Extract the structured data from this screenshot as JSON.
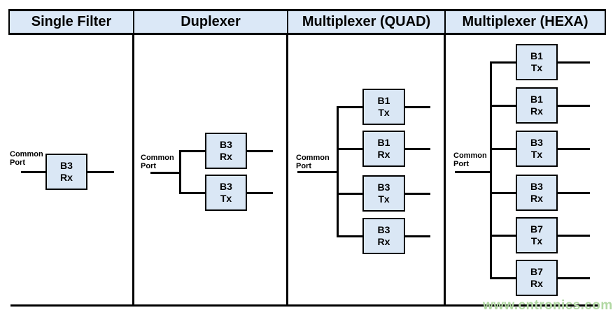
{
  "colors": {
    "background": "#ffffff",
    "header_fill": "#dbe8f7",
    "block_fill": "#dae7f5",
    "line": "#000000",
    "watermark": "#b1d8a3"
  },
  "labels": {
    "common_port": "Common Port"
  },
  "watermark": "www.cntronics.com",
  "columns": [
    {
      "title": "Single Filter",
      "blocks": [
        {
          "band": "B3",
          "path": "Rx"
        }
      ]
    },
    {
      "title": "Duplexer",
      "blocks": [
        {
          "band": "B3",
          "path": "Rx"
        },
        {
          "band": "B3",
          "path": "Tx"
        }
      ]
    },
    {
      "title": "Multiplexer (QUAD)",
      "blocks": [
        {
          "band": "B1",
          "path": "Tx"
        },
        {
          "band": "B1",
          "path": "Rx"
        },
        {
          "band": "B3",
          "path": "Tx"
        },
        {
          "band": "B3",
          "path": "Rx"
        }
      ]
    },
    {
      "title": "Multiplexer (HEXA)",
      "blocks": [
        {
          "band": "B1",
          "path": "Tx"
        },
        {
          "band": "B1",
          "path": "Rx"
        },
        {
          "band": "B3",
          "path": "Tx"
        },
        {
          "band": "B3",
          "path": "Rx"
        },
        {
          "band": "B7",
          "path": "Tx"
        },
        {
          "band": "B7",
          "path": "Rx"
        }
      ]
    }
  ]
}
